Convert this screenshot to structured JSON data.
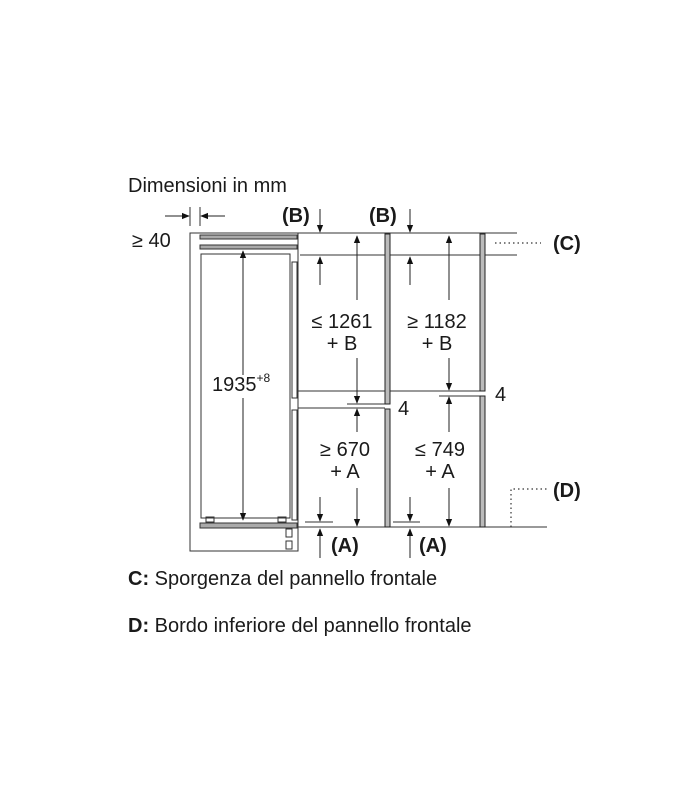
{
  "title": "Dimensioni in mm",
  "dims": {
    "niche_gap": "≥ 40",
    "height_main": "1935",
    "height_tolerance": "+8",
    "upper_left": "≤ 1261",
    "upper_left_suffix": "+ B",
    "upper_right": "≥ 1182",
    "upper_right_suffix": "+ B",
    "lower_left": "≥ 670",
    "lower_left_suffix": "+ A",
    "lower_right": "≤ 749",
    "lower_right_suffix": "+ A",
    "gap_left": "4",
    "gap_right": "4"
  },
  "markers": {
    "b1": "(B)",
    "b2": "(B)",
    "a1": "(A)",
    "a2": "(A)",
    "c": "(C)",
    "d": "(D)"
  },
  "legend": [
    {
      "key": "C:",
      "text": " Sporgenza del pannello frontale"
    },
    {
      "key": "D:",
      "text": " Bordo inferiore del pannello frontale"
    }
  ]
}
